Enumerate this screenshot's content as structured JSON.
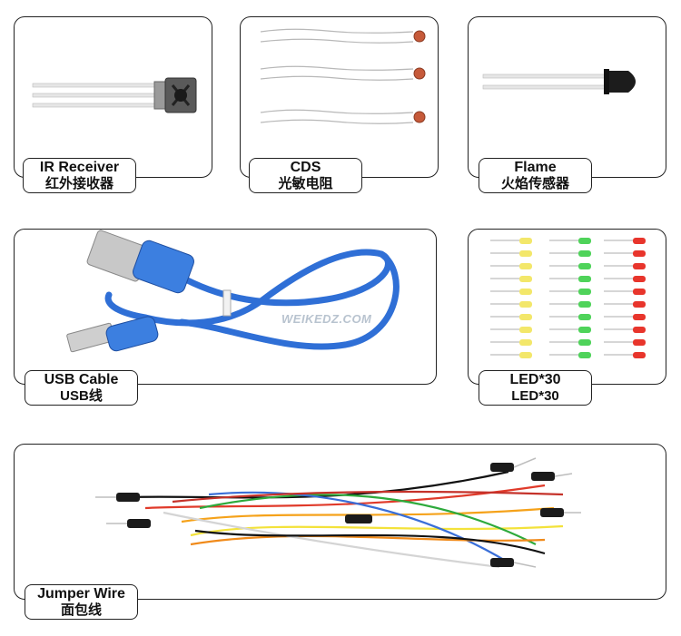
{
  "products": {
    "ir": {
      "name": "IR Receiver",
      "name_cn": "红外接收器"
    },
    "cds": {
      "name": "CDS",
      "name_cn": "光敏电阻"
    },
    "flame": {
      "name": "Flame",
      "name_cn": "火焰传感器"
    },
    "usb": {
      "name": "USB Cable",
      "name_cn": "USB线"
    },
    "led": {
      "name": "LED*30",
      "name_cn": "LED*30"
    },
    "jumper": {
      "name": "Jumper Wire",
      "name_cn": "面包线"
    }
  },
  "watermark": "WEIKEDZ.COM",
  "colors": {
    "border": "#222222",
    "usb_blue": "#2f6fd6",
    "led_yellow": "#f3e76a",
    "led_green": "#4fd35a",
    "led_red": "#e8352c"
  }
}
